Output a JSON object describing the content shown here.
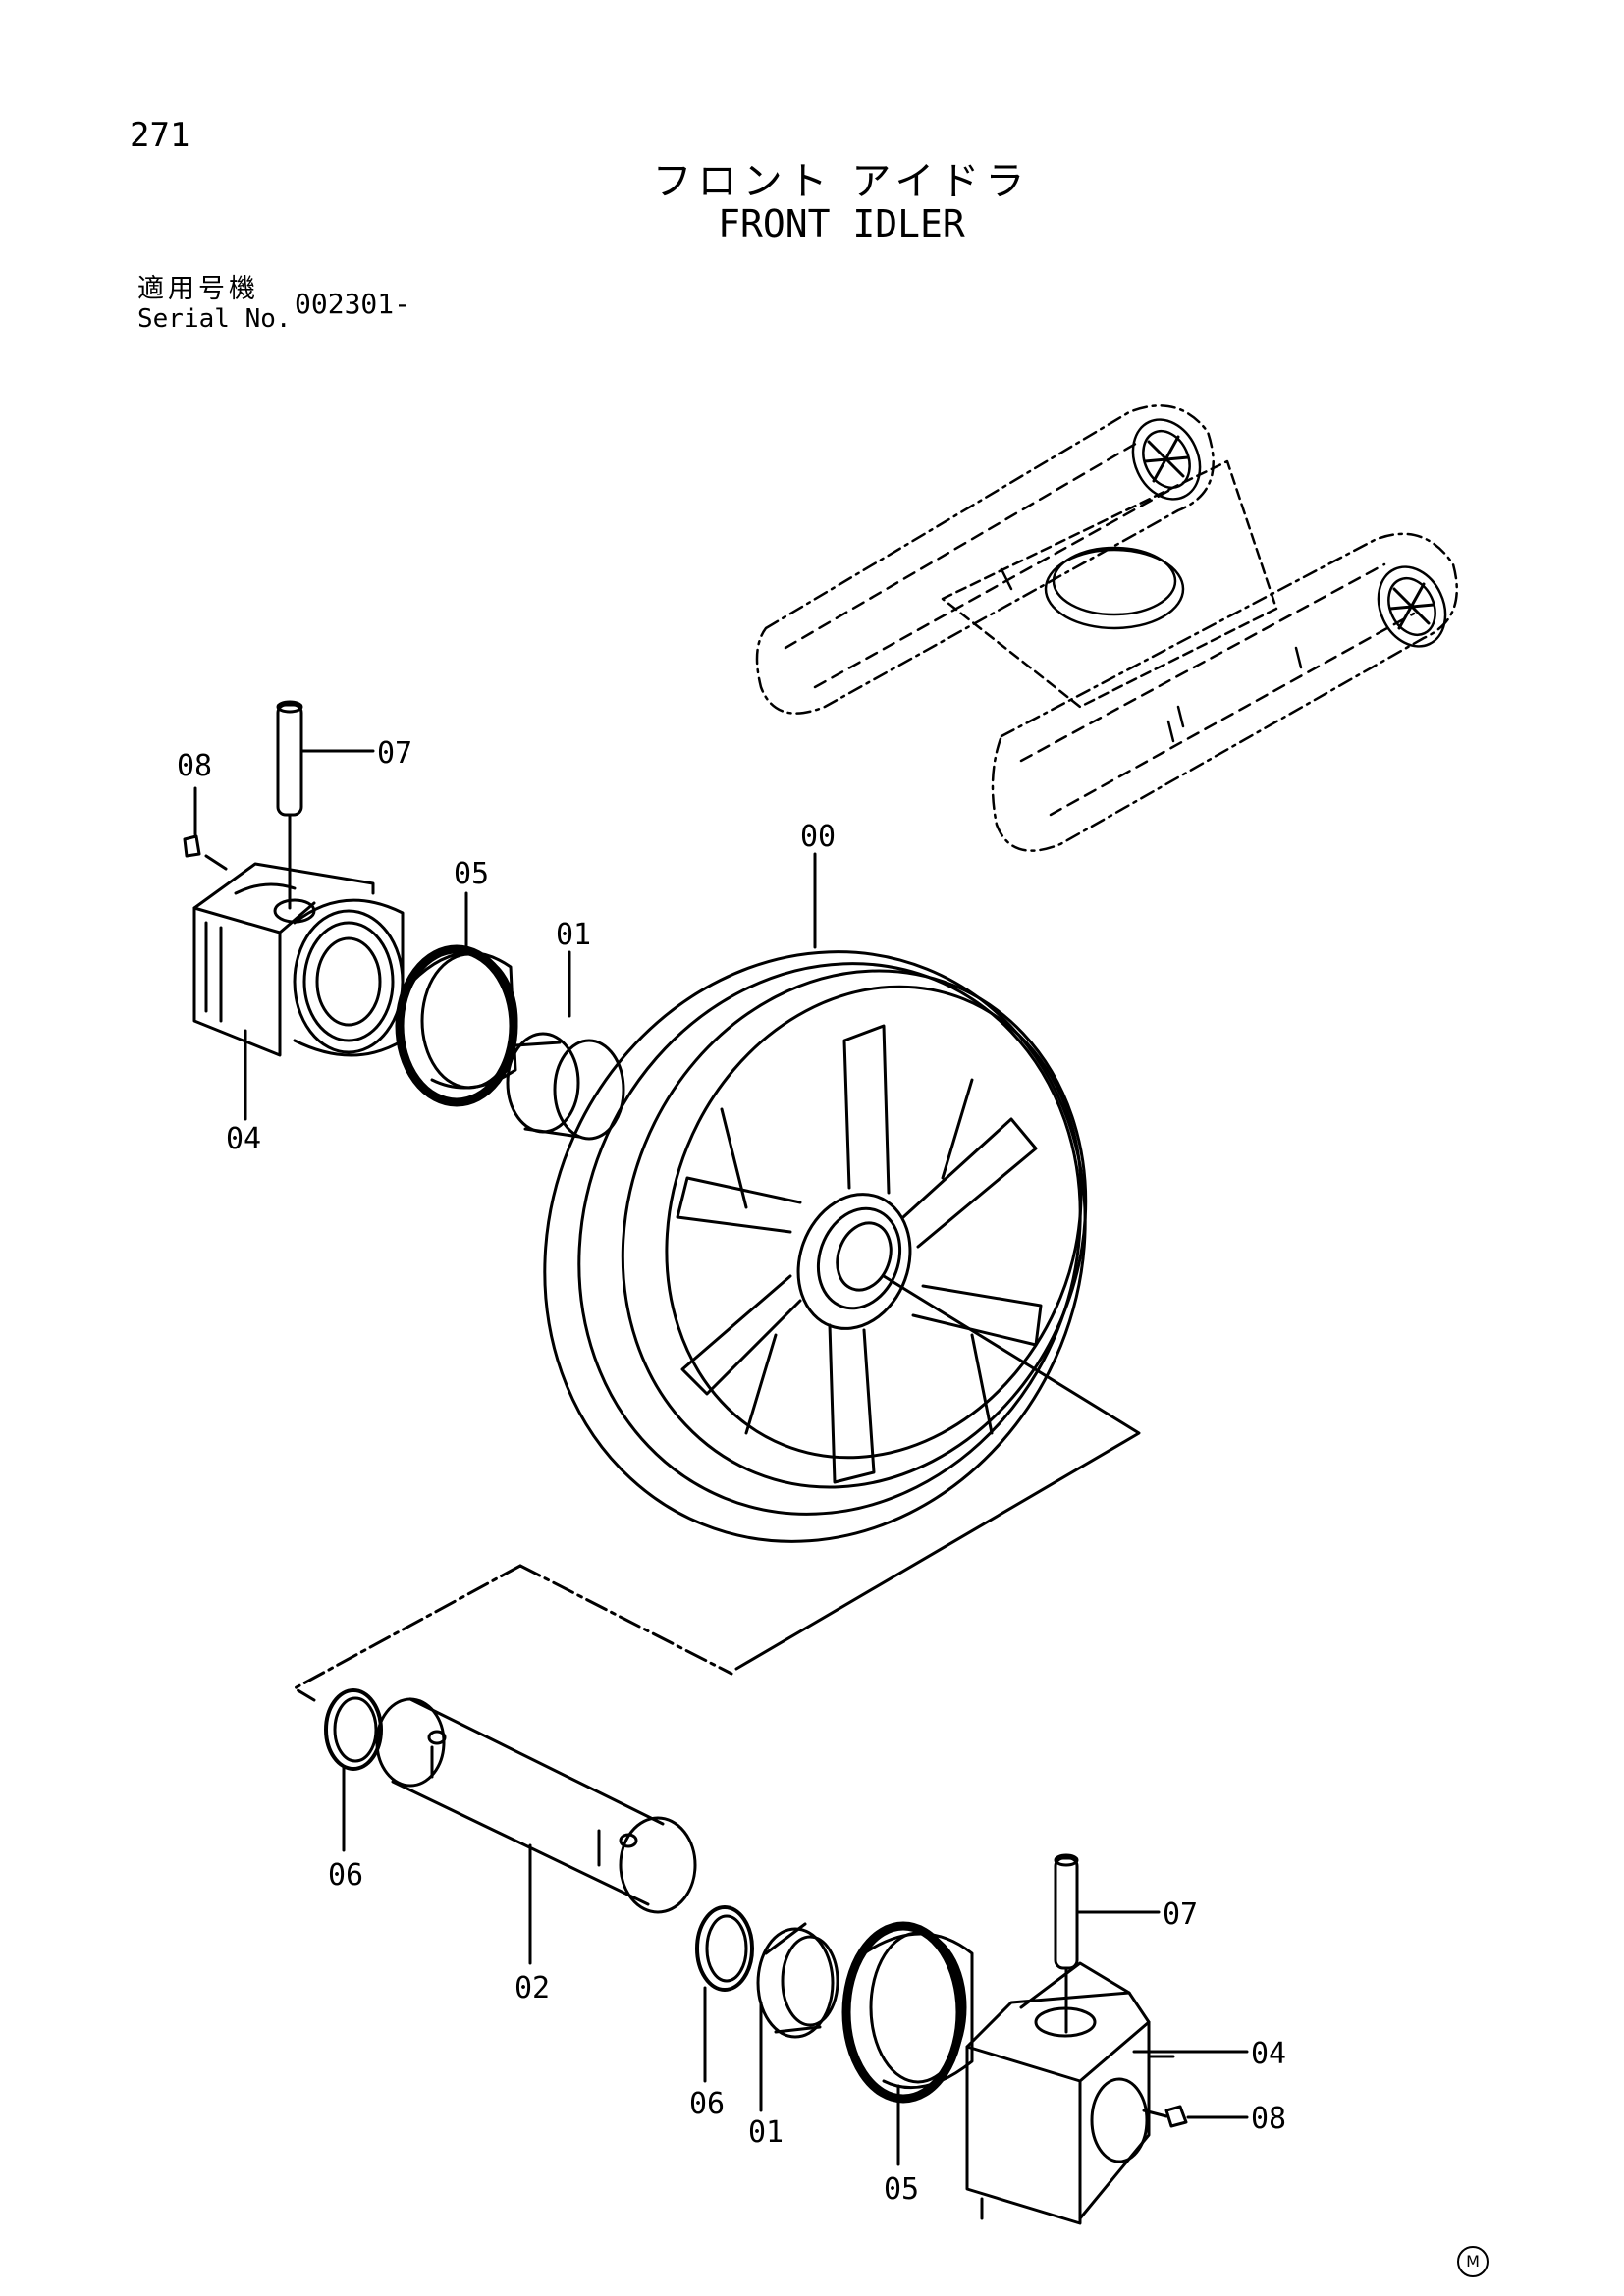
{
  "page_number": "271",
  "title_ja": "フロント アイドラ",
  "title_en": "FRONT IDLER",
  "serial": {
    "label_ja": "適用号機",
    "label_en": "Serial No.",
    "value": "002301-"
  },
  "callouts": {
    "c08_top": "08",
    "c07_top": "07",
    "c05_top": "05",
    "c01_top": "01",
    "c00": "00",
    "c04_top": "04",
    "c06_left": "06",
    "c02": "02",
    "c07_bot": "07",
    "c06_bot": "06",
    "c01_bot": "01",
    "c04_bot": "04",
    "c05_bot": "05",
    "c08_bot": "08"
  },
  "mark": "M"
}
